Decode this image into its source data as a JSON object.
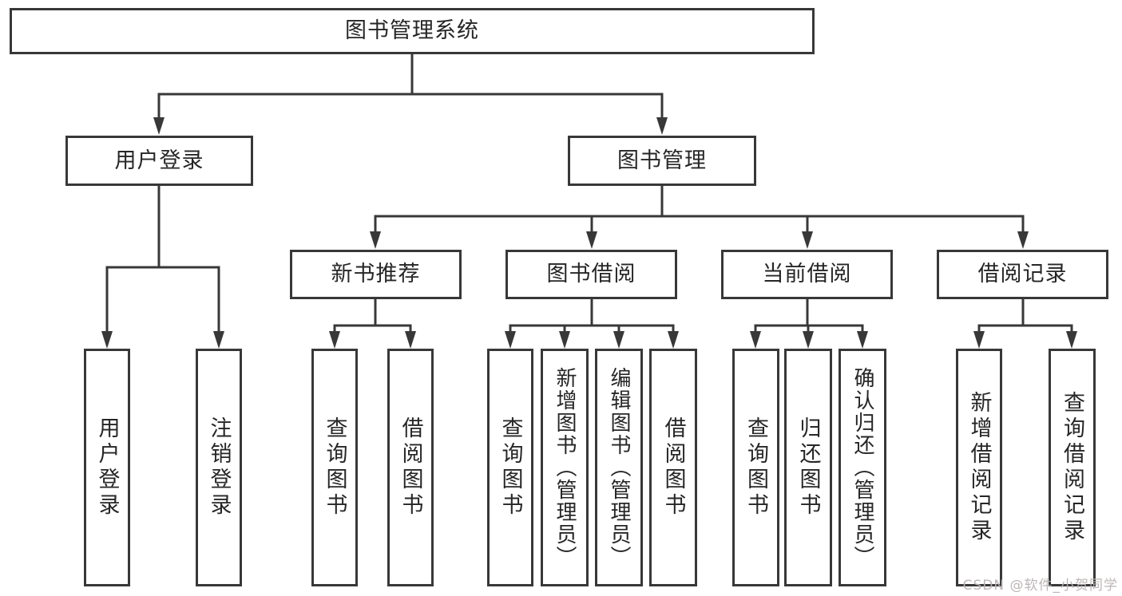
{
  "diagram": {
    "title": "图书管理系统",
    "colors": {
      "line": "#383838",
      "text": "#262626",
      "background": "#ffffff",
      "watermark": "#b9b2b2"
    },
    "tree": {
      "root": {
        "label": "图书管理系统",
        "children": [
          {
            "label": "用户登录",
            "children": [
              {
                "label": "用户登录"
              },
              {
                "label": "注销登录"
              }
            ]
          },
          {
            "label": "图书管理",
            "children": [
              {
                "label": "新书推荐",
                "children": [
                  {
                    "label": "查询图书"
                  },
                  {
                    "label": "借阅图书"
                  }
                ]
              },
              {
                "label": "图书借阅",
                "children": [
                  {
                    "label": "查询图书"
                  },
                  {
                    "label": "新增图书（管理员）"
                  },
                  {
                    "label": "编辑图书（管理员）"
                  },
                  {
                    "label": "借阅图书"
                  }
                ]
              },
              {
                "label": "当前借阅",
                "children": [
                  {
                    "label": "查询图书"
                  },
                  {
                    "label": "归还图书"
                  },
                  {
                    "label": "确认归还（管理员）"
                  }
                ]
              },
              {
                "label": "借阅记录",
                "children": [
                  {
                    "label": "新增借阅记录"
                  },
                  {
                    "label": "查询借阅记录"
                  }
                ]
              }
            ]
          }
        ]
      }
    },
    "watermark": "CSDN @软件_小贺同学"
  }
}
